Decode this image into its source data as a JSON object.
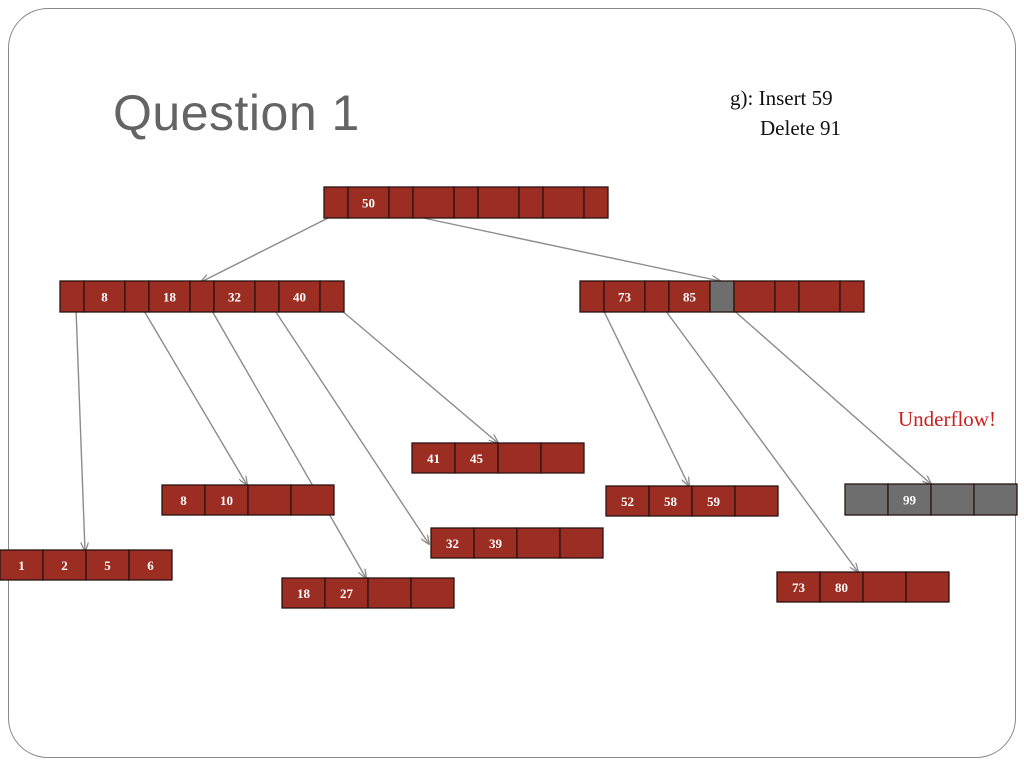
{
  "slide": {
    "title": "Question 1",
    "note_line1": "g): Insert  59",
    "note_line2": "Delete 91",
    "underflow_label": "Underflow!"
  },
  "colors": {
    "node_fill": "#9b2d22",
    "node_border": "#2a1412",
    "empty_slot_fill": "#6e6e6e",
    "arrow": "#8c8c8c",
    "alert_text": "#cc1f1f",
    "title_text": "#646464"
  },
  "nodes": {
    "root": {
      "cells": [
        "",
        "50",
        "",
        "",
        "",
        "",
        "",
        "",
        ""
      ],
      "empty_slots": []
    },
    "left_internal": {
      "cells": [
        "",
        "8",
        "",
        "18",
        "",
        "32",
        "",
        "40",
        ""
      ],
      "empty_slots": []
    },
    "right_internal": {
      "cells": [
        "",
        "73",
        "",
        "85",
        "",
        "",
        "",
        "",
        ""
      ],
      "empty_slots": [
        4
      ]
    },
    "leaf_1_2_5_6": {
      "cells": [
        "1",
        "2",
        "5",
        "6"
      ],
      "empty_slots": []
    },
    "leaf_8_10": {
      "cells": [
        "8",
        "10",
        "",
        ""
      ],
      "empty_slots": []
    },
    "leaf_18_27": {
      "cells": [
        "18",
        "27",
        "",
        ""
      ],
      "empty_slots": []
    },
    "leaf_32_39": {
      "cells": [
        "32",
        "39",
        "",
        ""
      ],
      "empty_slots": []
    },
    "leaf_41_45": {
      "cells": [
        "41",
        "45",
        "",
        ""
      ],
      "empty_slots": []
    },
    "leaf_52_58_59": {
      "cells": [
        "52",
        "58",
        "59",
        ""
      ],
      "empty_slots": []
    },
    "leaf_73_80": {
      "cells": [
        "73",
        "80",
        "",
        ""
      ],
      "empty_slots": []
    },
    "leaf_99": {
      "cells": [
        "",
        "99",
        "",
        ""
      ],
      "empty_slots": [
        0,
        1,
        2,
        3
      ]
    }
  },
  "edges": [
    {
      "from": "root",
      "to": "left_internal"
    },
    {
      "from": "root",
      "to": "right_internal"
    },
    {
      "from": "left_internal",
      "to": "leaf_1_2_5_6"
    },
    {
      "from": "left_internal",
      "to": "leaf_8_10"
    },
    {
      "from": "left_internal",
      "to": "leaf_18_27"
    },
    {
      "from": "left_internal",
      "to": "leaf_32_39"
    },
    {
      "from": "left_internal",
      "to": "leaf_41_45"
    },
    {
      "from": "right_internal",
      "to": "leaf_52_58_59"
    },
    {
      "from": "right_internal",
      "to": "leaf_73_80"
    },
    {
      "from": "right_internal",
      "to": "leaf_99"
    }
  ]
}
